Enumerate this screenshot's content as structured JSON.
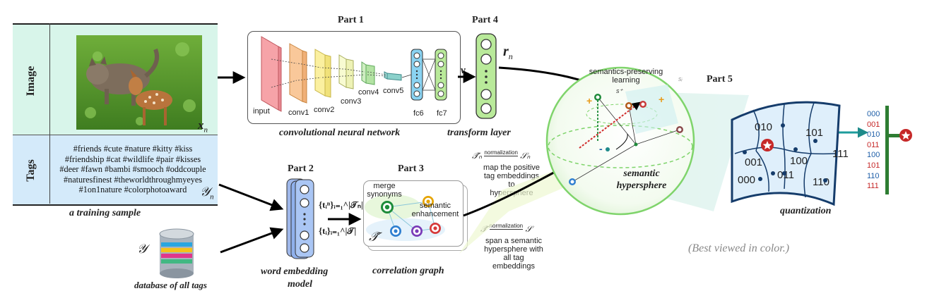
{
  "sample": {
    "image_label": "Image",
    "tags_label": "Tags",
    "x_label": "x",
    "x_sub": "n",
    "y_label": "𝒴",
    "y_sub": "n",
    "tags_lines": [
      "#friends #cute #nature #kitty #kiss",
      "#friendship #cat #wildlife #pair #kisses",
      "#deer #fawn #bambi #smooch #oddcouple",
      "#naturesfinest #theworldthroughmyeyes",
      "#1on1nature #colorphotoaward"
    ],
    "caption": "a training sample"
  },
  "database": {
    "symbol": "𝒴",
    "caption": "database of all tags"
  },
  "part1": {
    "title": "Part 1",
    "caption": "convolutional neural network",
    "layers": [
      "input",
      "conv1",
      "conv2",
      "conv3",
      "conv4",
      "conv5",
      "fc6",
      "fc7"
    ]
  },
  "part4": {
    "title": "Part 4",
    "caption": "transform layer",
    "v_label": "v",
    "v_sub": "n",
    "r_label": "r",
    "r_sub": "n"
  },
  "part2": {
    "title": "Part 2",
    "caption_line1": "word embedding",
    "caption_line2": "model",
    "emb_n": "{t",
    "emb_n_full": "{tᵢⁿ}ᵢ₌₁^|𝒯ₙ|",
    "emb_all_full": "{tᵢ}ᵢ₌₁^|𝒯|"
  },
  "part3": {
    "title": "Part 3",
    "caption": "correlation graph",
    "merge_line1": "merge",
    "merge_line2": "synonyms",
    "enh_line1": "semantic",
    "enh_line2": "enhancement",
    "t_symbol": "𝒯̃"
  },
  "mapping": {
    "norm_word": "normalization",
    "top_from": "𝒯̃ₙ",
    "top_to": "𝒮ₙ",
    "top_text": [
      "map the positive",
      "tag embeddings to",
      "hypersphere"
    ],
    "bottom_from": "𝒯̃",
    "bottom_to": "𝒮",
    "bottom_text": [
      "span a semantic",
      "hypersphere with",
      "all tag embeddings"
    ]
  },
  "part5": {
    "title": "Part 5",
    "sphere_line1": "semantic",
    "sphere_line2": "hypersphere",
    "sp_line1": "semantics-preserving",
    "sp_line2": "learning"
  },
  "quantization": {
    "caption": "quantization",
    "cells": [
      "010",
      "101",
      "001",
      "100",
      "111",
      "011",
      "000",
      "110"
    ],
    "codes": [
      "000",
      "001",
      "010",
      "011",
      "100",
      "101",
      "110",
      "111"
    ],
    "code_colors": [
      "#1f5fa8",
      "#c62828",
      "#1f5fa8",
      "#c62828",
      "#1f5fa8",
      "#c62828",
      "#1f5fa8",
      "#c62828"
    ]
  },
  "note": "(Best viewed in color.)",
  "colors": {
    "image_bg": "#d8f5ea",
    "tags_bg": "#d4eafa",
    "fc_blue": "#8ad3f2",
    "fc_green": "#b9ea9a",
    "sphere": "#7fd46b",
    "cell_fill": "#dfeffb",
    "cell_border": "#153c6b",
    "bar_green": "#2e7d32"
  }
}
